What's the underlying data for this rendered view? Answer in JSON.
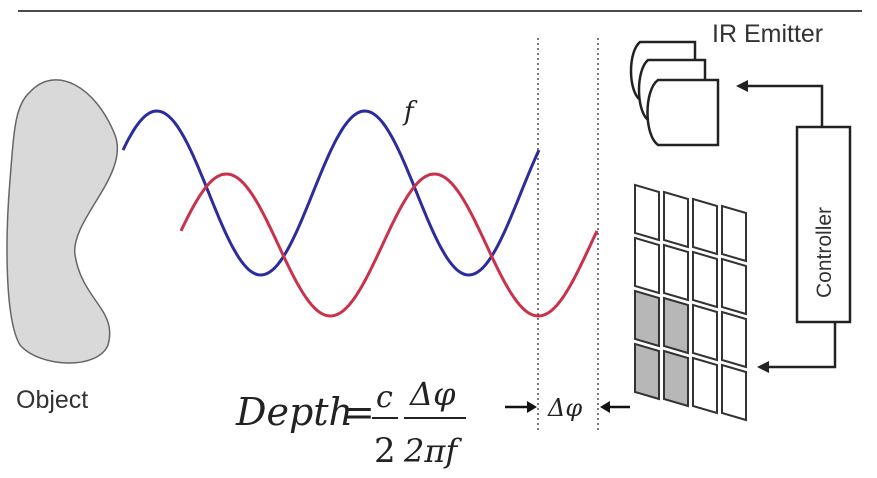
{
  "labels": {
    "object": "Object",
    "ir_emitter": "IR Emitter",
    "controller": "Controller",
    "frequency": "f",
    "delta_phi": "Δφ"
  },
  "formula": {
    "lhs": "Depth",
    "equals": "=",
    "c": "c",
    "two": "2",
    "delta_phi": "Δφ",
    "two_pi_f": "2πf"
  },
  "colors": {
    "emitted_wave": "#2b2d9c",
    "reflected_wave": "#c8324a",
    "object_fill": "#d9d9d9",
    "sensor_shaded": "#b7b7b7"
  },
  "sensor_grid": {
    "rows": 4,
    "cols": 4,
    "shaded_cells": [
      [
        2,
        0
      ],
      [
        2,
        1
      ],
      [
        3,
        0
      ],
      [
        3,
        1
      ]
    ]
  }
}
